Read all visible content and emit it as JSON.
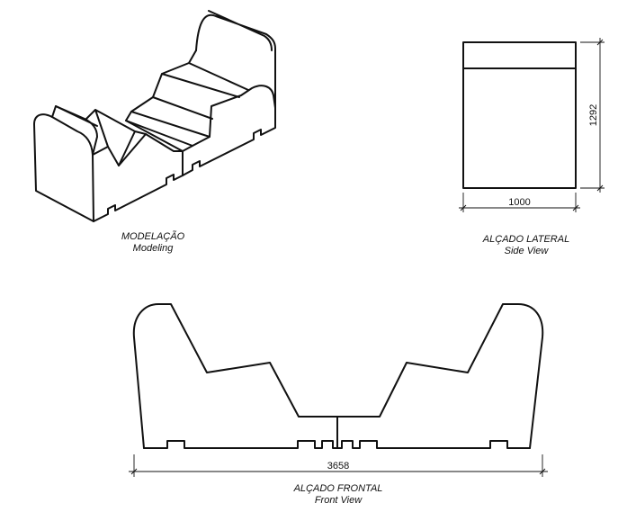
{
  "modeling": {
    "caption_pt": "MODELAÇÃO",
    "caption_en": "Modeling"
  },
  "side_view": {
    "caption_pt": "ALÇADO LATERAL",
    "caption_en": "Side View",
    "width_label": "1000",
    "height_label": "1292"
  },
  "front_view": {
    "caption_pt": "ALÇADO FRONTAL",
    "caption_en": "Front View",
    "width_label": "3658"
  },
  "colors": {
    "line": "#111111",
    "background": "#ffffff"
  }
}
